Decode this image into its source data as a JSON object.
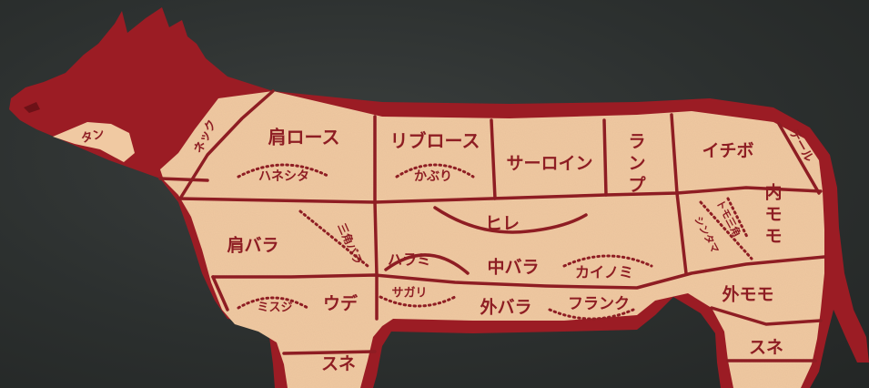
{
  "colors": {
    "background": "#2c302f",
    "body": "#9b1c24",
    "cut_fill": "#f0c9a2",
    "label": "#8e1d23"
  },
  "labels": {
    "tan": "タン",
    "neck": "ネック",
    "kata_loin": "肩ロース",
    "hanesita": "ハネシタ",
    "rib_loin": "リブロース",
    "kaburi": "かぶり",
    "sirloin": "サーロイン",
    "rump": "ランプ",
    "ichibo": "イチボ",
    "tail": "テール",
    "kata_bara": "肩バラ",
    "sankaku_bara": "三角バラ",
    "hire": "ヒレ",
    "harami": "ハラミ",
    "naka_bara": "中バラ",
    "kainomi": "カイノミ",
    "tomosankaku": "トモ三角",
    "shintama": "シンタマ",
    "uchi_momo": "内モモ",
    "misuji": "ミスジ",
    "ude": "ウデ",
    "sagari": "サガリ",
    "soto_bara": "外バラ",
    "flank": "フランク",
    "soto_momo": "外モモ",
    "sune_front": "スネ",
    "sune_rear": "スネ"
  }
}
